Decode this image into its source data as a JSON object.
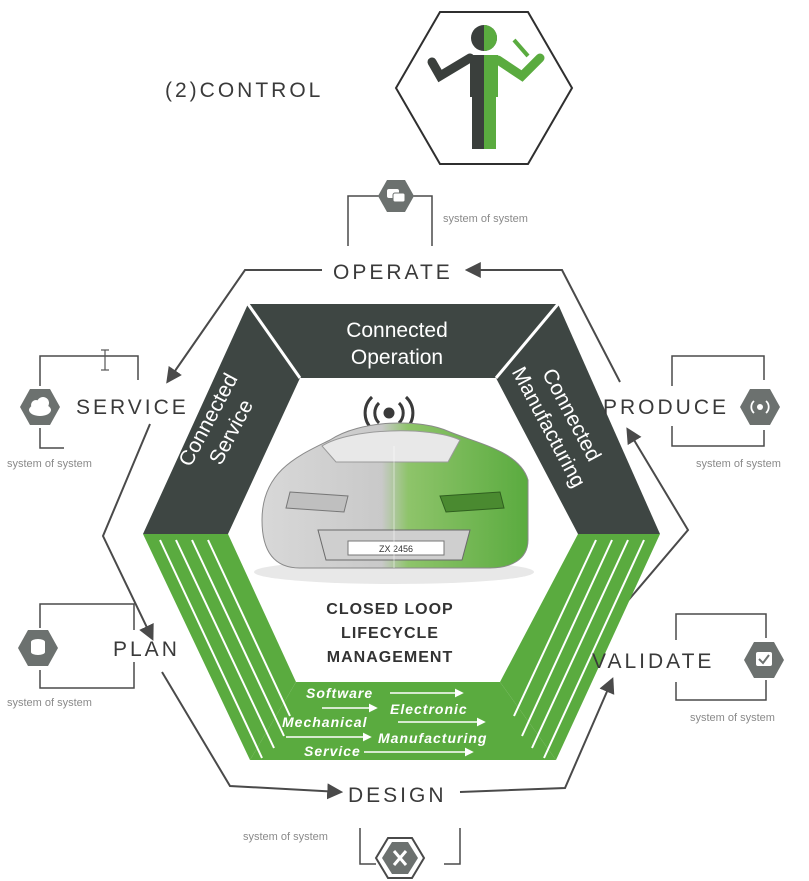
{
  "control": {
    "label": "(2)CONTROL",
    "icon": "controller-person-icon"
  },
  "stages": {
    "operate": "OPERATE",
    "service": "SERVICE",
    "produce": "PRODUCE",
    "plan": "PLAN",
    "validate": "VALIDATE",
    "design": "DESIGN"
  },
  "system_of_system": "system of system",
  "icons": {
    "operate": "cars-icon",
    "service": "cloud-icon",
    "produce": "wireless-signal-icon",
    "plan": "database-icon",
    "validate": "checkbox-icon",
    "design": "cross-tools-icon"
  },
  "bands": {
    "top": [
      "Connected",
      "Operation"
    ],
    "left": [
      "Connected",
      "Service"
    ],
    "right": [
      "Connected",
      "Manufacturing"
    ]
  },
  "center": [
    "CLOSED LOOP",
    "LIFECYCLE",
    "MANAGEMENT"
  ],
  "plate": "ZX 2456",
  "domains": {
    "software": "Software",
    "electronic": "Electronic",
    "mechanical": "Mechanical",
    "manufacturing": "Manufacturing",
    "service": "Service"
  },
  "colors": {
    "dark": "#3e4643",
    "green": "#5aab3f",
    "line": "#555555",
    "text": "#3a3a3a"
  }
}
